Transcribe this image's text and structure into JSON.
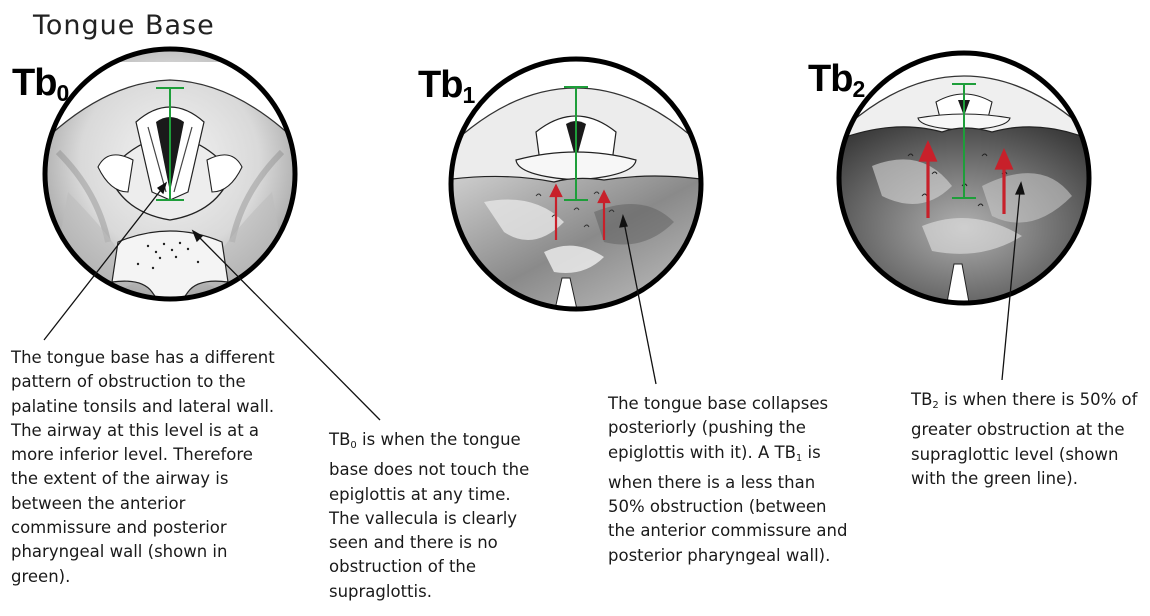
{
  "title": "Tongue Base",
  "panels": [
    {
      "label": "Tb",
      "sub": "0"
    },
    {
      "label": "Tb",
      "sub": "1"
    },
    {
      "label": "Tb",
      "sub": "2"
    }
  ],
  "captions": {
    "c1": [
      "The tongue base has a different",
      "pattern of obstruction to the",
      "palatine tonsils and lateral wall.",
      "The airway at this level is at a",
      "more inferior level. Therefore",
      "the extent of the airway is",
      "between the anterior",
      "commissure and posterior",
      "pharyngeal wall (shown in",
      "green)."
    ],
    "c2": {
      "first_pre": "TB",
      "first_sub": "0",
      "first_post": " is when the tongue",
      "rest": [
        "base does not touch the",
        "epiglottis at any time.",
        "The vallecula is clearly",
        "seen and there is no",
        "obstruction of the",
        "supraglottis."
      ]
    },
    "c3": {
      "l1": "The tongue base collapses",
      "l2": "posteriorly (pushing the",
      "l3_pre": "epiglottis with it).  A TB",
      "l3_sub": "1",
      "l3_post": " is",
      "rest": [
        "when there is a less than",
        "50% obstruction (between",
        "the anterior commissure and",
        "posterior pharyngeal wall)."
      ]
    },
    "c4": {
      "first_pre": "TB",
      "first_sub": "2",
      "first_post": " is when there is 50% of",
      "rest": [
        "greater obstruction at the",
        "supraglottic level (shown",
        "with the green line)."
      ]
    }
  },
  "colors": {
    "airway_line": "#1e9e3a",
    "collapse_arrow": "#c8202a",
    "outline": "#111111"
  }
}
